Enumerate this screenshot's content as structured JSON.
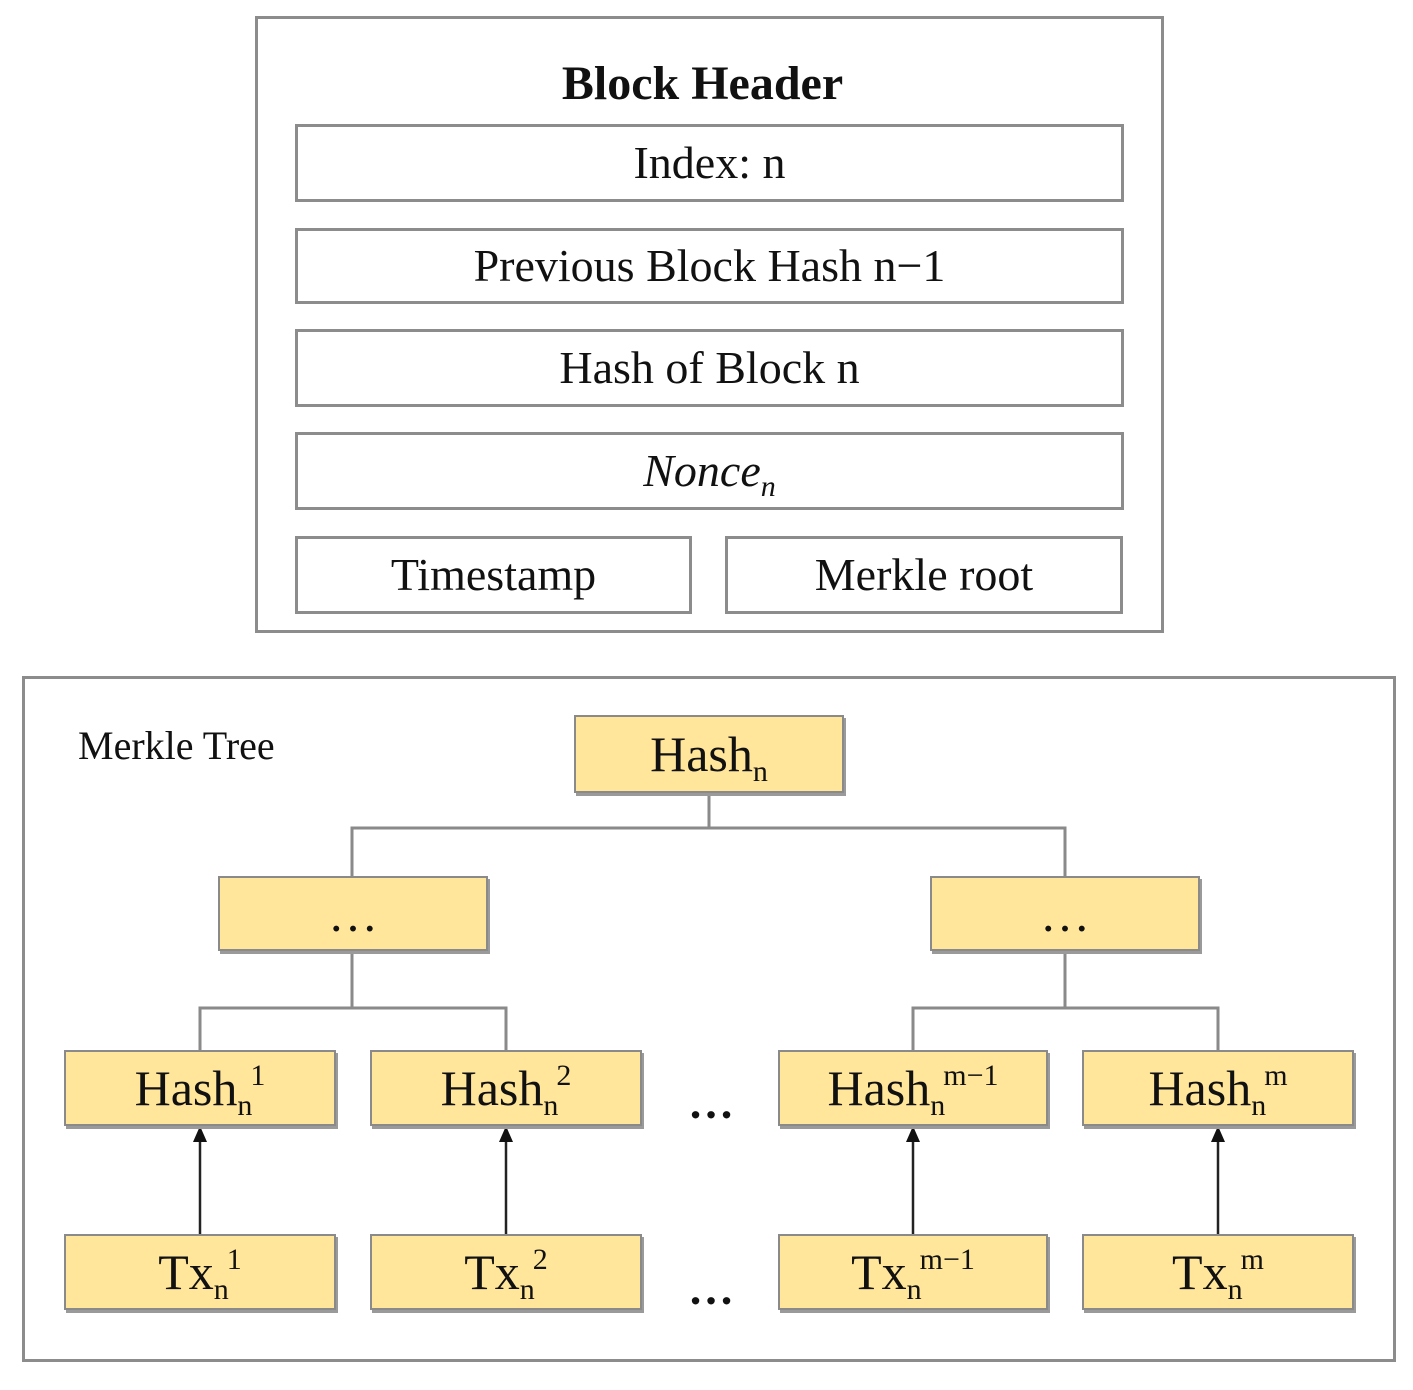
{
  "block_header": {
    "title": "Block Header",
    "index": "Index: n",
    "previous_hash": "Previous Block Hash n−1",
    "hash_of_block": "Hash of Block n",
    "nonce": {
      "base": "Nonce",
      "sub": "n"
    },
    "timestamp": "Timestamp",
    "merkle_root": "Merkle root"
  },
  "merkle_tree": {
    "label": "Merkle Tree",
    "root": {
      "base": "Hash",
      "sub": "n"
    },
    "middle_left": "…",
    "middle_right": "…",
    "hashes": [
      {
        "base": "Hash",
        "sub": "n",
        "sup": "1"
      },
      {
        "base": "Hash",
        "sub": "n",
        "sup": "2"
      },
      {
        "base": "Hash",
        "sub": "n",
        "sup": "m−1"
      },
      {
        "base": "Hash",
        "sub": "n",
        "sup": "m"
      }
    ],
    "transactions": [
      {
        "base": "Tx",
        "sub": "n",
        "sup": "1"
      },
      {
        "base": "Tx",
        "sub": "n",
        "sup": "2"
      },
      {
        "base": "Tx",
        "sub": "n",
        "sup": "m−1"
      },
      {
        "base": "Tx",
        "sub": "n",
        "sup": "m"
      }
    ],
    "gap_hashes": "…",
    "gap_transactions": "…"
  },
  "colors": {
    "node_fill": "#ffe69a",
    "border": "#8c8c8c"
  }
}
